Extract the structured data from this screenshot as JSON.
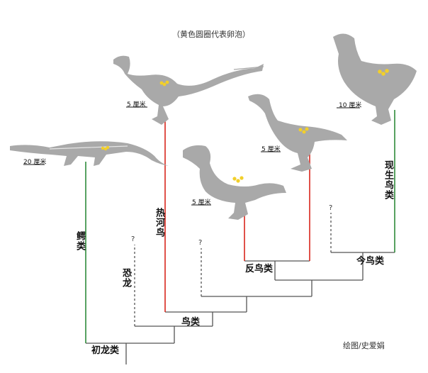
{
  "caption": "（黄色圆圈代表卵泡）",
  "credit": "绘图/史爱娟",
  "colors": {
    "tree_line": "#555555",
    "croc_branch": "#2e8b3a",
    "jehol_branch": "#d8261c",
    "enantiornithes_branch": "#d8261c",
    "extant_branch": "#2e8b3a",
    "skeleton": "#a9a9a9",
    "follicle": "#f2cf2a"
  },
  "labels": {
    "crocodiles": "鳄类",
    "dinosaurs": "恐龙",
    "jeholornis": "热河鸟",
    "extant_birds": "现生鸟类",
    "archosaurs": "初龙类",
    "birds": "鸟类",
    "enantiornithes": "反鸟类",
    "neornithes": "今鸟类"
  },
  "scales": {
    "croc": "20 厘米",
    "jehol": "5 厘米",
    "enant_upper": "5 厘米",
    "enant_lower": "5 厘米",
    "chicken": "10 厘米"
  },
  "unknown_mark": "?"
}
